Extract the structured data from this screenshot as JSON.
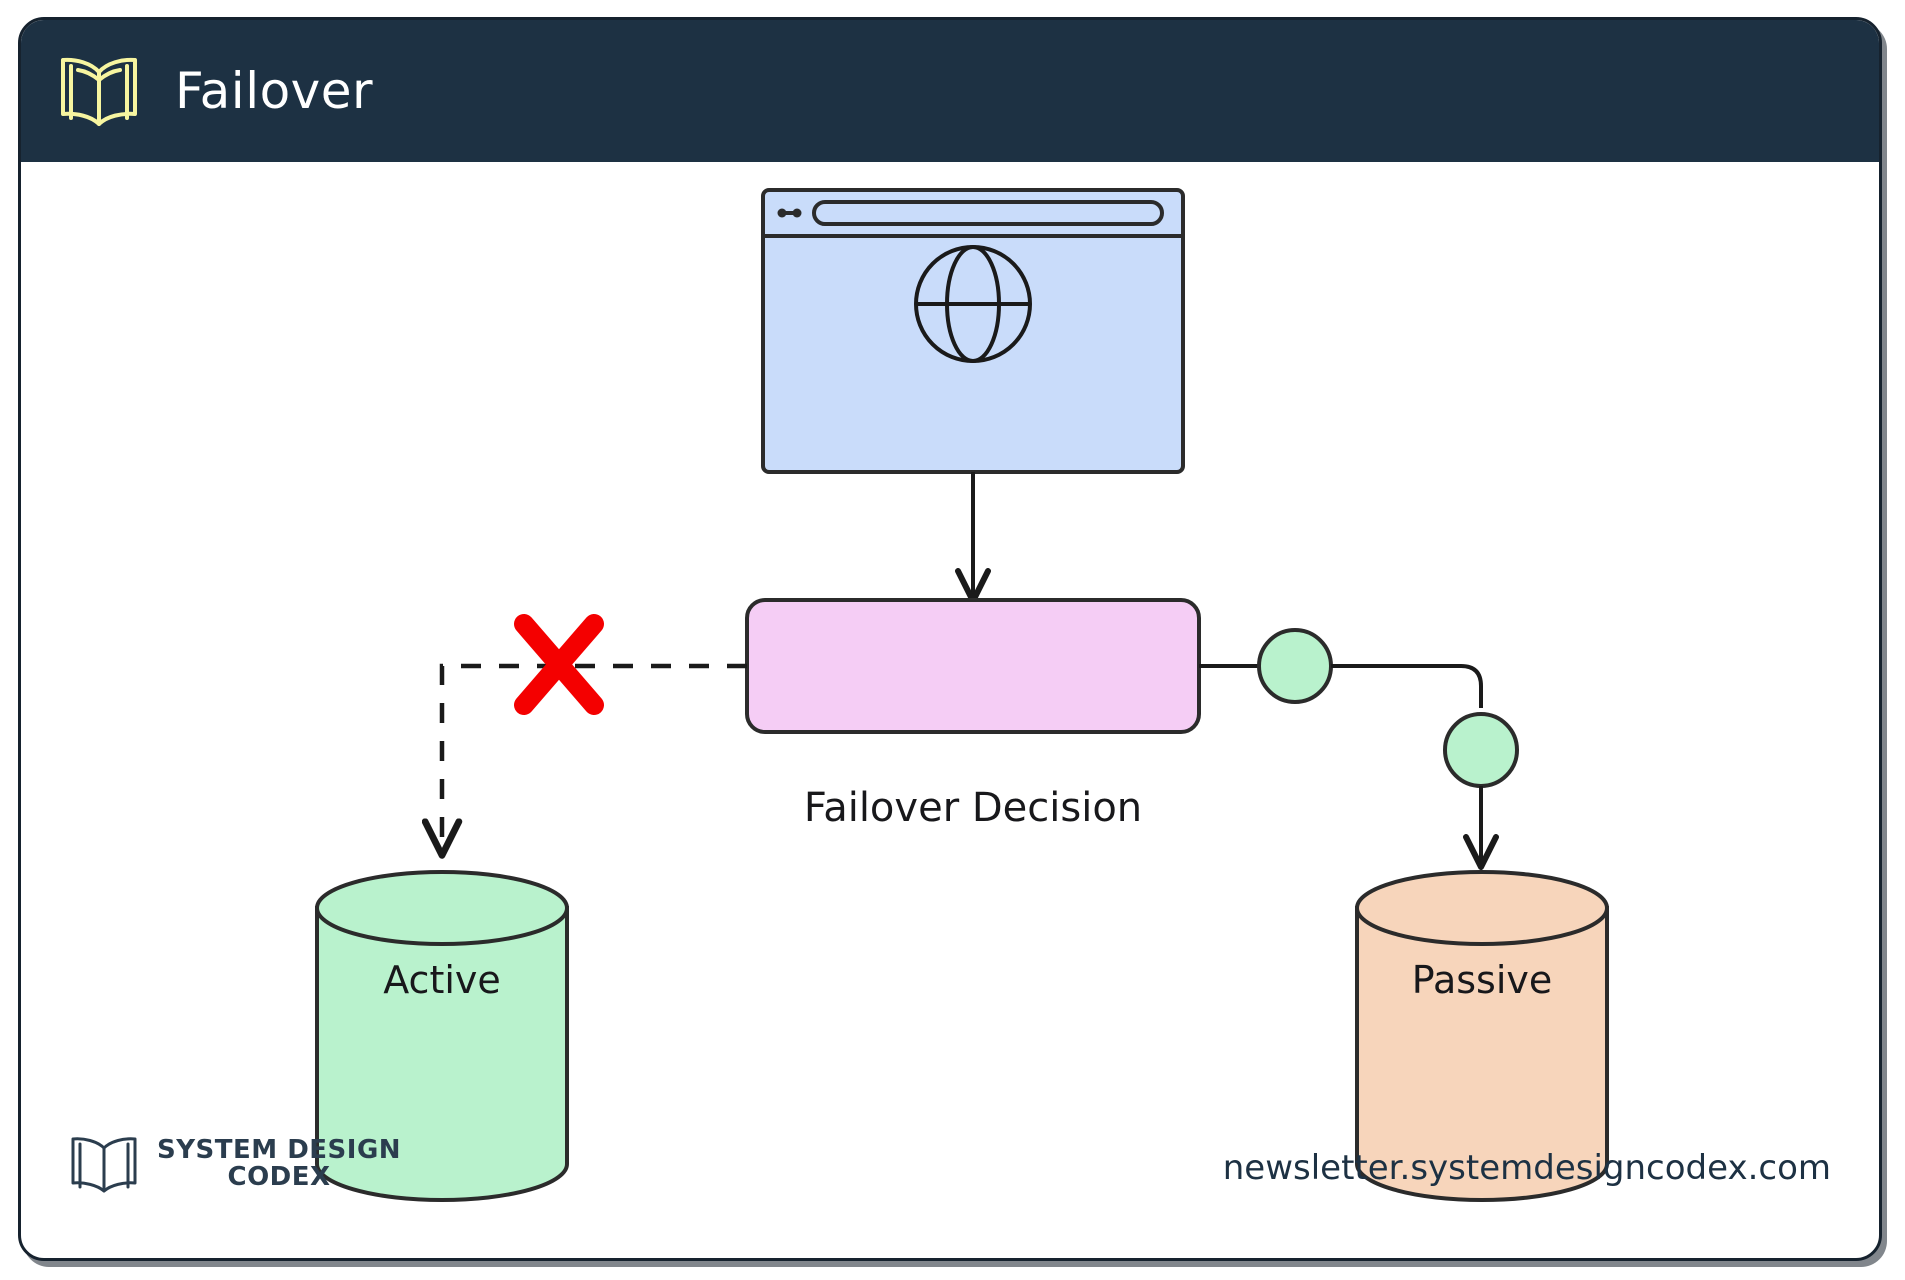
{
  "header": {
    "title": "Failover",
    "icon": "open-book-icon",
    "background_color": "#1d3143",
    "title_color": "#ffffff",
    "icon_color": "#f7f5a0"
  },
  "diagram": {
    "type": "flow-diagram",
    "nodes": [
      {
        "id": "browser",
        "shape": "browser-window",
        "label": "",
        "icon": "globe-icon",
        "fill": "#c9dcfa",
        "stroke": "#2b2b2b"
      },
      {
        "id": "failover-decision",
        "shape": "rounded-rect",
        "label": "Failover Decision",
        "fill": "#f5cdf5",
        "stroke": "#2b2b2b"
      },
      {
        "id": "active-db",
        "shape": "cylinder",
        "label": "Active",
        "fill": "#b9f2cd",
        "stroke": "#2b2b2b"
      },
      {
        "id": "passive-db",
        "shape": "cylinder",
        "label": "Passive",
        "fill": "#f7d5bb",
        "stroke": "#2b2b2b"
      },
      {
        "id": "health-circle-1",
        "shape": "circle",
        "label": "",
        "fill": "#b9f2cd",
        "stroke": "#2b2b2b"
      },
      {
        "id": "health-circle-2",
        "shape": "circle",
        "label": "",
        "fill": "#b9f2cd",
        "stroke": "#2b2b2b"
      }
    ],
    "edges": [
      {
        "id": "browser-to-decision",
        "from": "browser",
        "to": "failover-decision",
        "style": "solid",
        "arrow": true
      },
      {
        "id": "decision-to-active",
        "from": "failover-decision",
        "to": "active-db",
        "style": "dashed",
        "arrow": true,
        "marker": "red-x-cross"
      },
      {
        "id": "decision-to-passive",
        "from": "failover-decision",
        "to": "passive-db",
        "style": "solid",
        "arrow": true
      }
    ],
    "markers": [
      {
        "id": "failure-cross",
        "name": "red-x-cross",
        "color": "#f40000"
      }
    ]
  },
  "footer": {
    "logo_line1": "SYSTEM DESIGN",
    "logo_line2": "CODEX",
    "logo_icon": "open-book-icon",
    "url": "newsletter.systemdesigncodex.com",
    "text_color": "#2b3d4e"
  }
}
